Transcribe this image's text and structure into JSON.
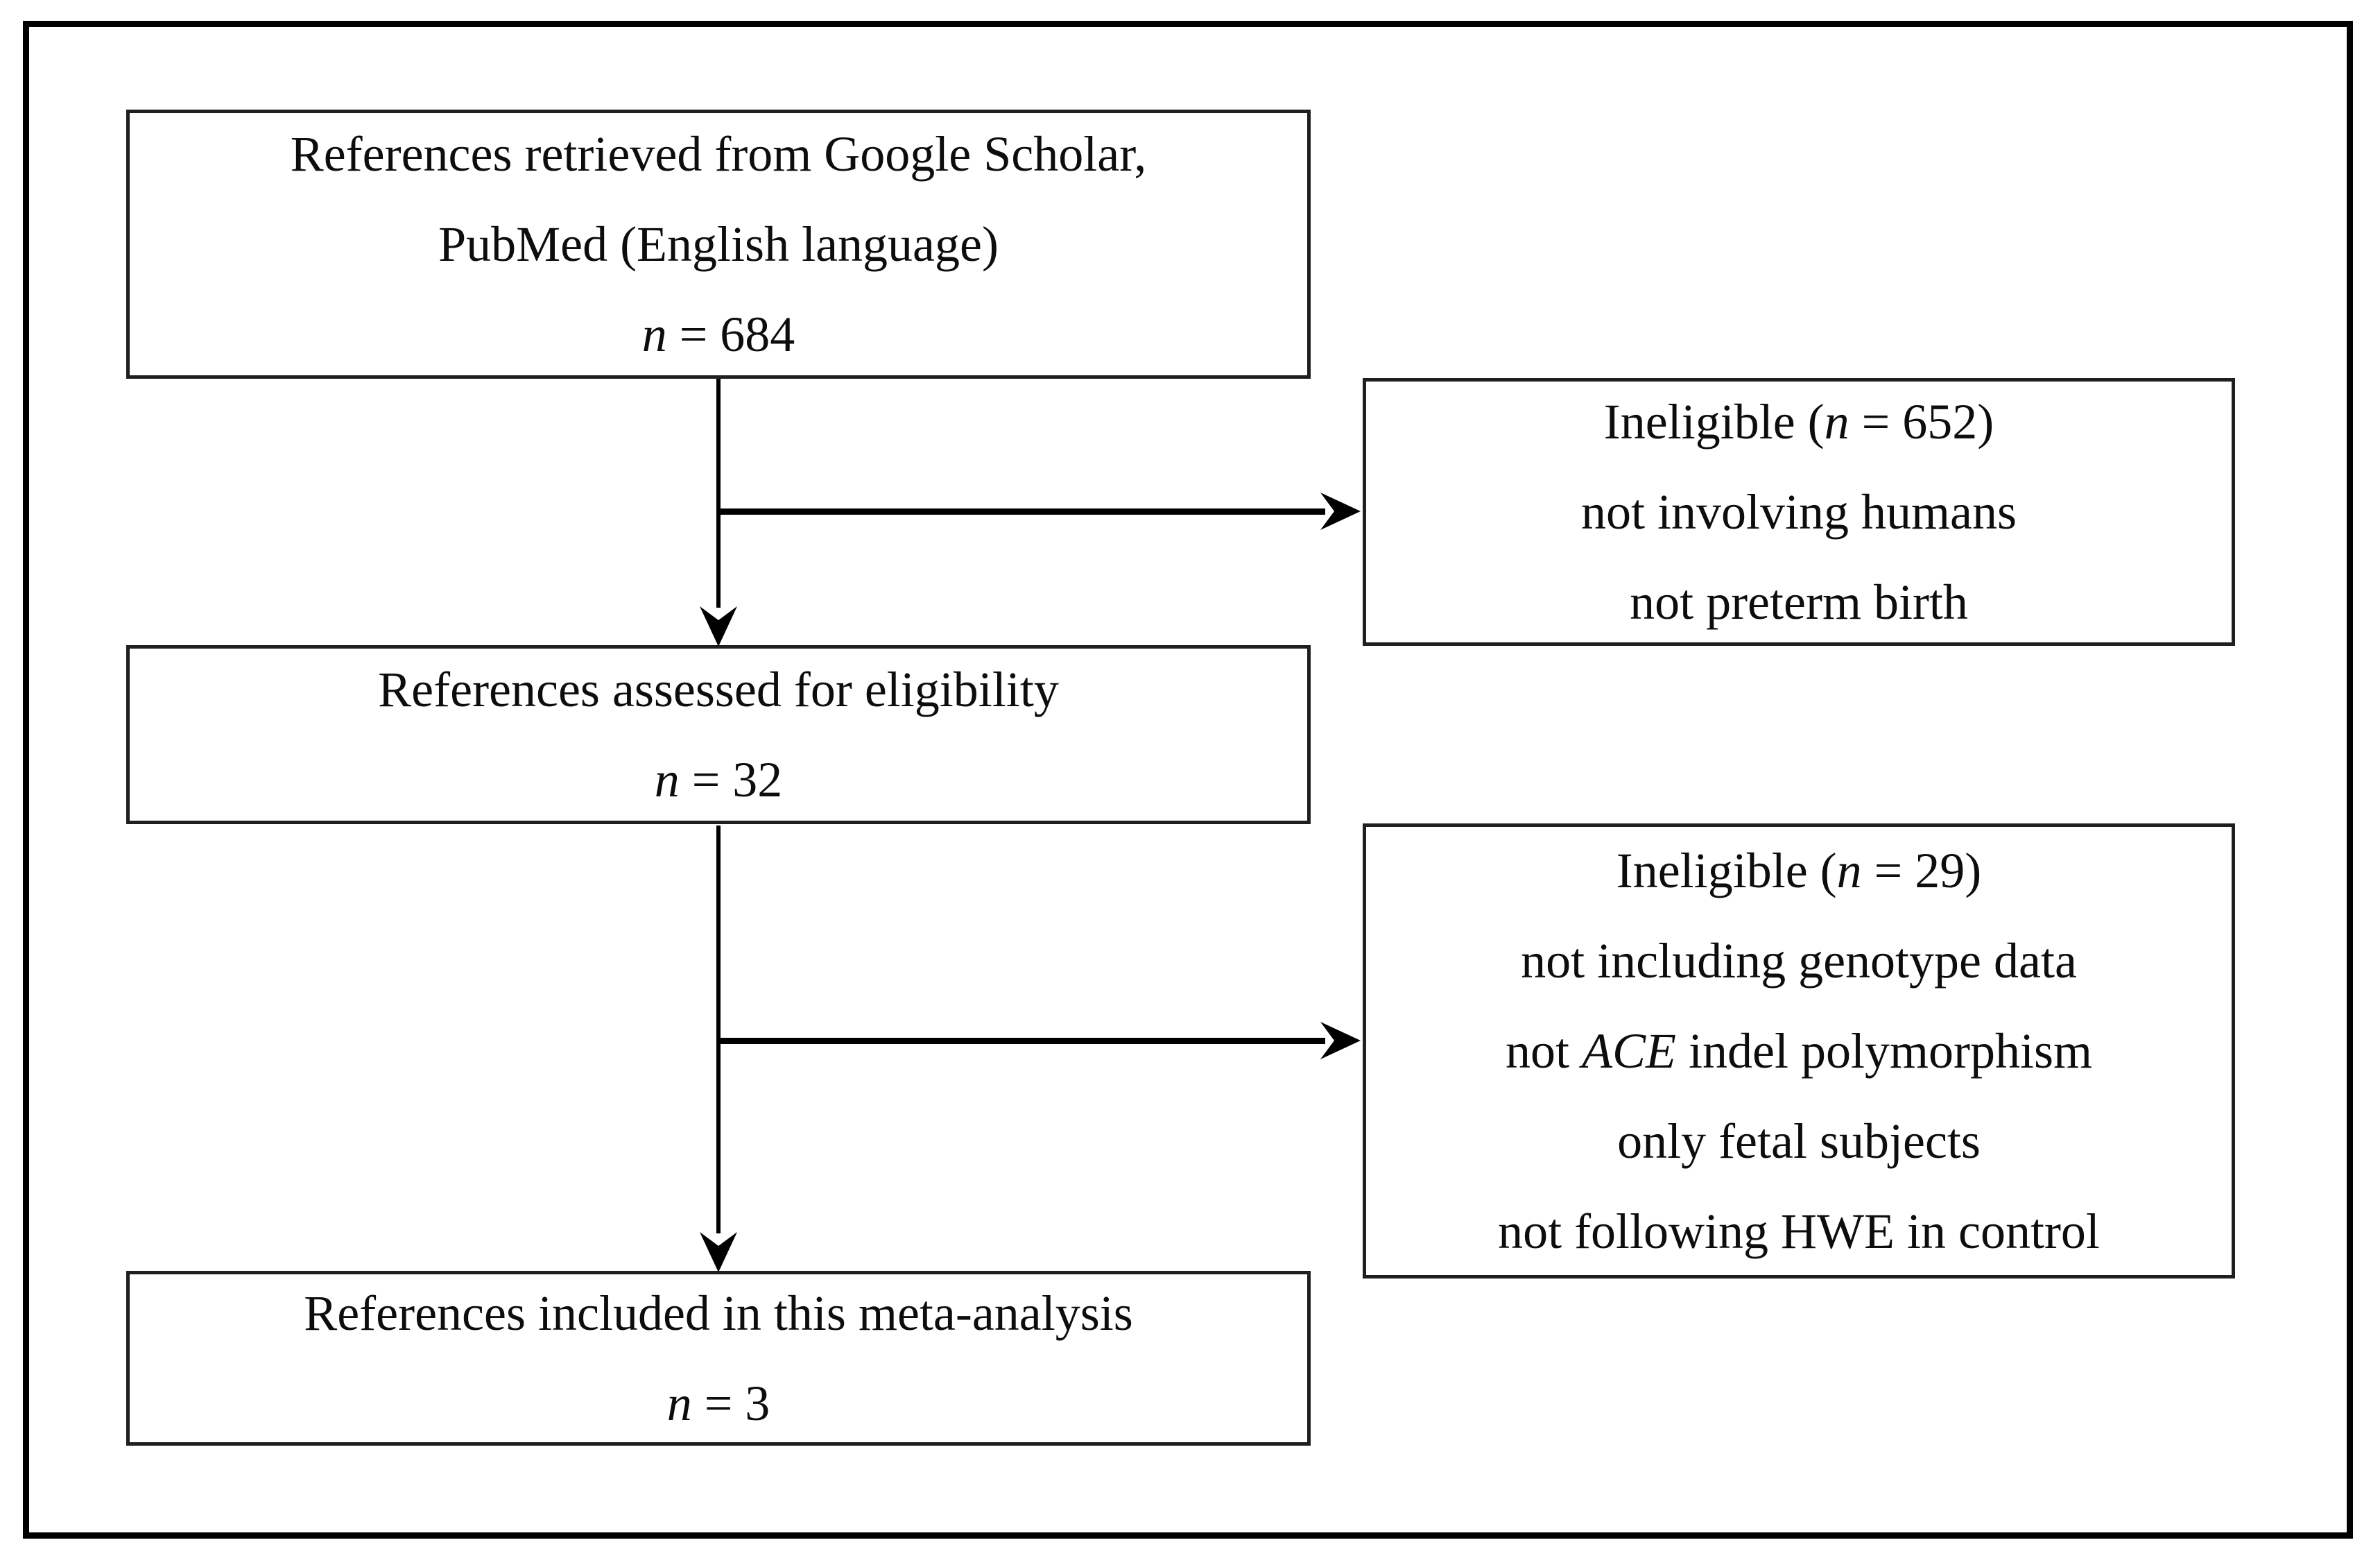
{
  "colors": {
    "page-bg": "#ffffff",
    "frame-border": "#000000",
    "box-border": "#1f1f1f",
    "text": "#0d0d0d",
    "arrow": "#000000"
  },
  "diagram": {
    "box_retrieved": {
      "line1": "References retrieved from Google Scholar,",
      "line2": "PubMed (English language)",
      "count_n": "n",
      "count_rest": " = 684"
    },
    "box_ineligible_first": {
      "head_pre": "Ineligible (",
      "head_n": "n",
      "head_post": " = 652)",
      "reason1": "not involving humans",
      "reason2": "not preterm birth"
    },
    "box_assessed": {
      "line1": "References assessed for eligibility",
      "count_n": "n",
      "count_rest": " = 32"
    },
    "box_ineligible_second": {
      "head_pre": "Ineligible (",
      "head_n": "n",
      "head_post": " = 29)",
      "reason1": "not including genotype data",
      "reason2_pre": "not ",
      "reason2_gene": "ACE",
      "reason2_post": " indel polymorphism",
      "reason3": "only fetal subjects",
      "reason4": "not following HWE in control"
    },
    "box_included": {
      "line1": "References included in this meta-analysis",
      "count_n": "n",
      "count_rest": " = 3"
    }
  }
}
